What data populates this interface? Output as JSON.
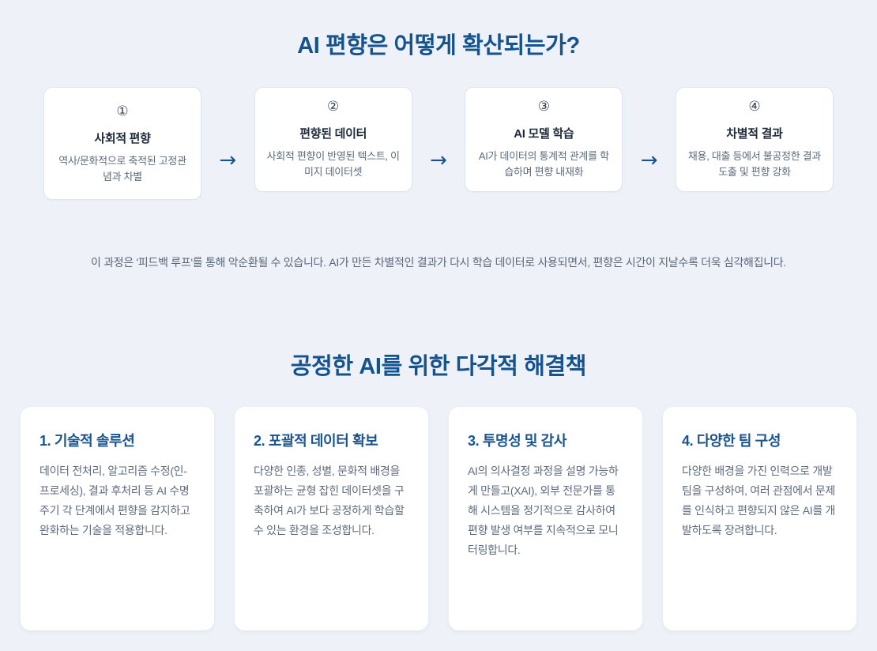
{
  "flow": {
    "title": "AI 편향은 어떻게 확산되는가?",
    "arrow_glyph": "→",
    "steps": [
      {
        "number": "①",
        "name": "사회적 편향",
        "description": "역사/문화적으로 축적된 고정관념과 차별"
      },
      {
        "number": "②",
        "name": "편향된 데이터",
        "description": "사회적 편향이 반영된 텍스트, 이미지 데이터셋"
      },
      {
        "number": "③",
        "name": "AI 모델 학습",
        "description": "AI가 데이터의 통계적 관계를 학습하며 편향 내재화"
      },
      {
        "number": "④",
        "name": "차별적 결과",
        "description": "채용, 대출 등에서 불공정한 결과 도출 및 편향 강화"
      }
    ],
    "caption": "이 과정은 '피드백 루프'를 통해 악순환될 수 있습니다. AI가 만든 차별적인 결과가 다시 학습 데이터로 사용되면서, 편향은 시간이 지날수록 더욱 심각해집니다."
  },
  "solutions": {
    "title": "공정한 AI를 위한 다각적 해결책",
    "cards": [
      {
        "heading": "1. 기술적 솔루션",
        "body": "데이터 전처리, 알고리즘 수정(인-프로세싱), 결과 후처리 등 AI 수명 주기 각 단계에서 편향을 감지하고 완화하는 기술을 적용합니다."
      },
      {
        "heading": "2. 포괄적 데이터 확보",
        "body": "다양한 인종, 성별, 문화적 배경을 포괄하는 균형 잡힌 데이터셋을 구축하여 AI가 보다 공정하게 학습할 수 있는 환경을 조성합니다."
      },
      {
        "heading": "3. 투명성 및 감사",
        "body": "AI의 의사결정 과정을 설명 가능하게 만들고(XAI), 외부 전문가를 통해 시스템을 정기적으로 감사하여 편향 발생 여부를 지속적으로 모니터링합니다."
      },
      {
        "heading": "4. 다양한 팀 구성",
        "body": "다양한 배경을 가진 인력으로 개발팀을 구성하여, 여러 관점에서 문제를 인식하고 편향되지 않은 AI를 개발하도록 장려합니다."
      }
    ]
  },
  "colors": {
    "background": "#eef2f8",
    "heading_blue": "#15538f",
    "solution_title_blue": "#1a5490",
    "body_text": "#5d6b7c",
    "card_white": "#ffffff",
    "flow_card_border": "#dbe5f1"
  }
}
